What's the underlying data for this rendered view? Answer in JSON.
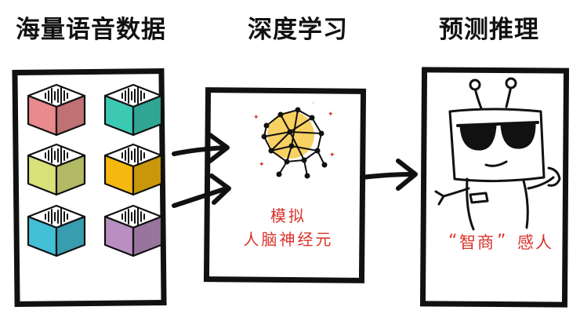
{
  "headings": {
    "data": "海量语音数据",
    "deep_learning": "深度学习",
    "prediction": "预测推理"
  },
  "captions": {
    "simulate": "模拟",
    "neurons": "人脑神经元",
    "smart_quote_open": "“",
    "smart": "智商",
    "smart_quote_close": "”",
    "touching": "感人"
  },
  "colors": {
    "ink": "#111111",
    "caption_red": "#d9322a",
    "node_glow": "#f7c948",
    "cubes": [
      "#e98a8e",
      "#3cc9b3",
      "#d9e27a",
      "#f5b80f",
      "#43bfd6",
      "#b88fc0"
    ]
  },
  "icons": [
    "audio-cube-icon",
    "neural-network-icon",
    "robot-icon",
    "arrow-right-icon"
  ]
}
